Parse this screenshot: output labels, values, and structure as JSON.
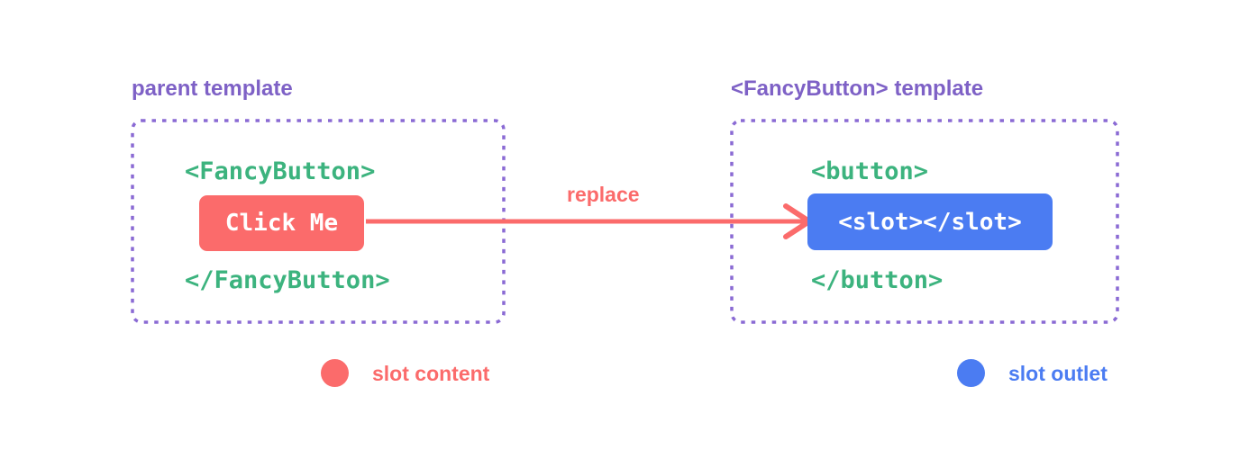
{
  "colors": {
    "background": "#ffffff",
    "coral": "#fb6b6b",
    "blue": "#4b7cf2",
    "purple_text": "#7e61c6",
    "purple_border": "#8a6ad4",
    "green_code": "#3cb37e",
    "button_text": "#ffffff"
  },
  "panels": {
    "parent": {
      "title": "parent template",
      "code_open": "<FancyButton>",
      "button_label": "Click Me",
      "code_close": "</FancyButton>"
    },
    "fancy_button": {
      "title": "<FancyButton> template",
      "code_open": "<button>",
      "slot_label": "<slot></slot>",
      "code_close": "</button>"
    }
  },
  "arrow": {
    "label": "replace"
  },
  "legend": {
    "slot_content": {
      "label": "slot content",
      "color": "#fb6b6b"
    },
    "slot_outlet": {
      "label": "slot outlet",
      "color": "#4b7cf2"
    }
  }
}
